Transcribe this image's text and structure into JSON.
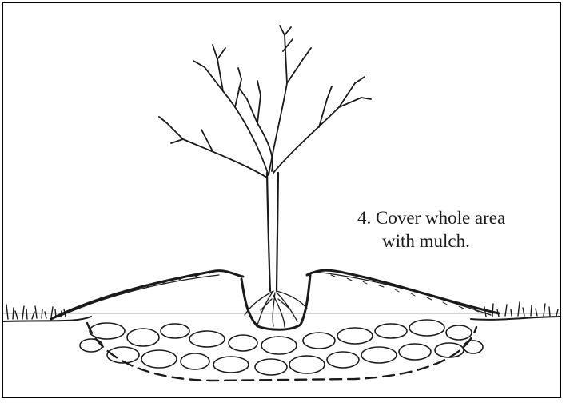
{
  "caption": {
    "line1": "4. Cover whole area",
    "line2": "with mulch."
  },
  "colors": {
    "ink": "#1a1a1a",
    "background": "#ffffff",
    "border": "#000000"
  },
  "icons": [
    "tree-illustration",
    "roots-illustration",
    "rocks-illustration",
    "grass-illustration"
  ]
}
